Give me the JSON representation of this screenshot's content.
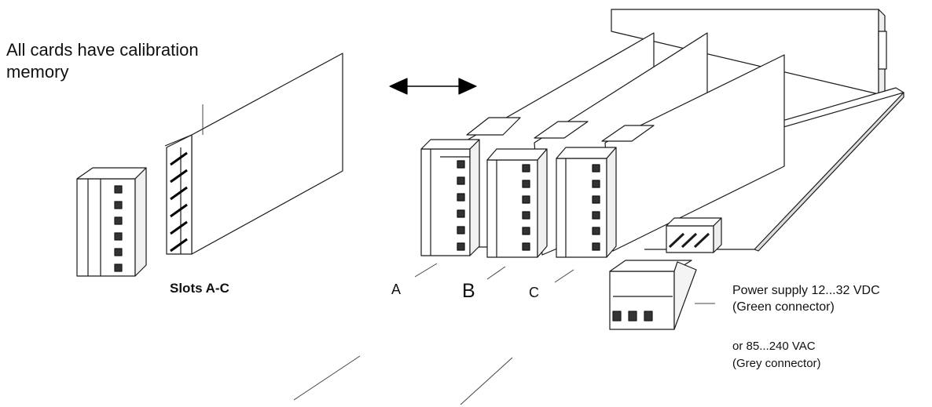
{
  "labels": {
    "calibration_line1": "All cards have calibration",
    "calibration_line2": "memory",
    "slots": "Slots A-C",
    "slot_a": "A",
    "slot_b": "B",
    "slot_c": "C",
    "power_line1": "Power supply 12...32 VDC",
    "power_line2": "(Green connector)",
    "ac_line1": "or 85...240 VAC",
    "ac_line2": "(Grey connector)"
  }
}
